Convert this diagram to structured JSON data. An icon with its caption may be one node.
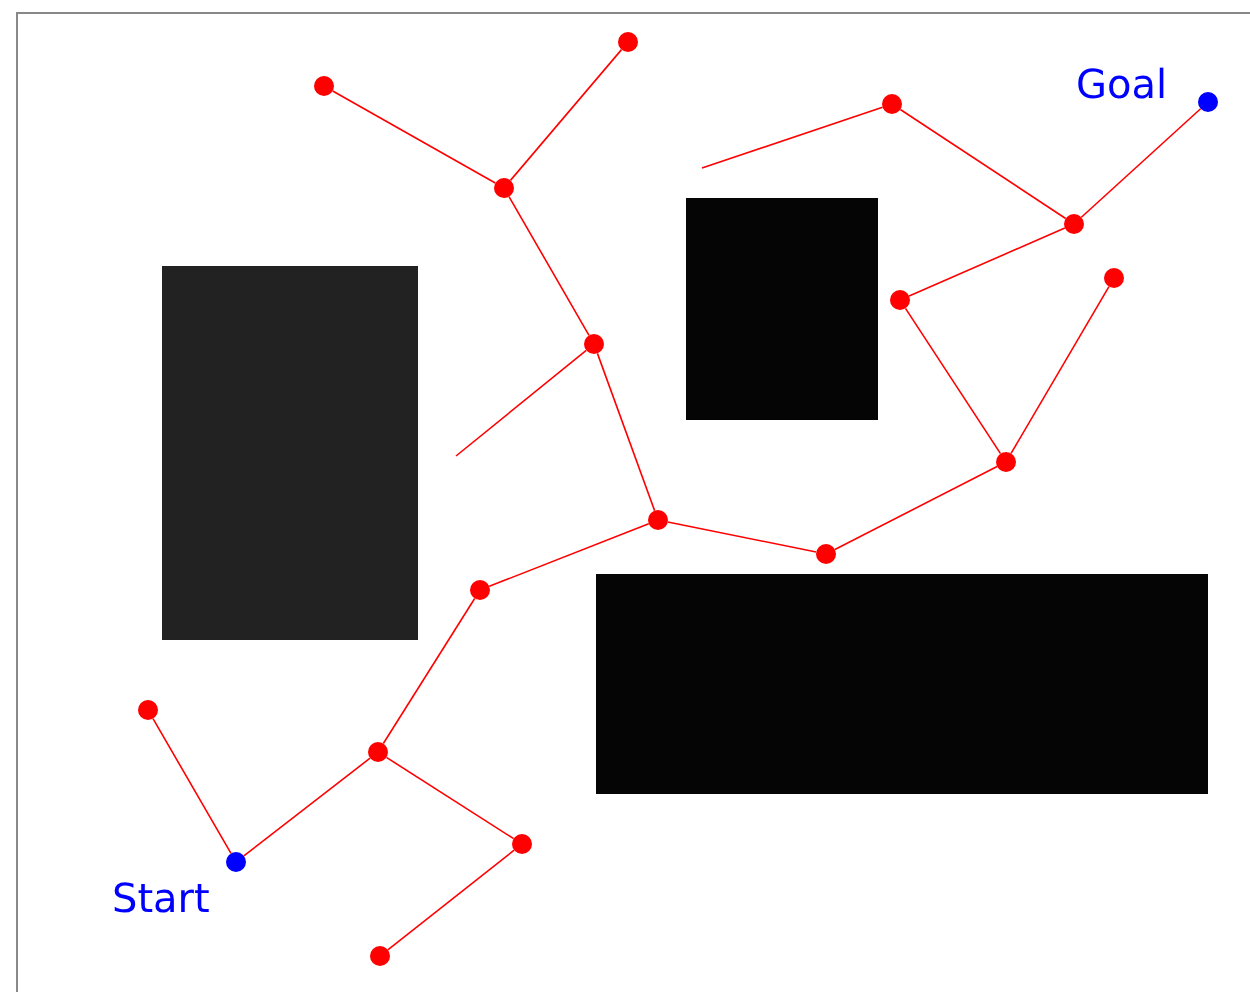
{
  "diagram": {
    "nodes": [
      {
        "text": [],
        "shape": "circle"
      },
      {
        "text": [],
        "shape": "circle"
      },
      {
        "text": [],
        "shape": "circle",
        "beside": [
          "Goal"
        ]
      },
      {
        "text": [],
        "shape": "circle"
      },
      {
        "text": [],
        "shape": "circle"
      },
      {
        "text": [],
        "shape": "circle"
      },
      {
        "text": [],
        "shape": "circle"
      },
      {
        "text": [],
        "shape": "circle"
      },
      {
        "text": [],
        "shape": "circle"
      },
      {
        "text": [],
        "shape": "circle"
      },
      {
        "text": [],
        "shape": "circle"
      },
      {
        "text": [],
        "shape": "circle"
      },
      {
        "text": [],
        "shape": "circle"
      },
      {
        "text": [],
        "shape": "circle"
      },
      {
        "text": [],
        "shape": "circle"
      },
      {
        "text": [],
        "shape": "circle"
      },
      {
        "text": [],
        "shape": "circle",
        "beside": [
          "Start"
        ]
      },
      {
        "text": [],
        "shape": "circle"
      },
      {
        "text": [],
        "shape": "box"
      },
      {
        "text": [],
        "shape": "box"
      },
      {
        "text": [],
        "shape": "box"
      }
    ],
    "edges": [
      {
        "from": 16,
        "to": 13,
        "arrow": "none"
      },
      {
        "from": 16,
        "to": 14,
        "arrow": "none"
      },
      {
        "from": 14,
        "to": 12,
        "arrow": "none"
      },
      {
        "from": 14,
        "to": 15,
        "arrow": "none"
      },
      {
        "from": 15,
        "to": 17,
        "arrow": "none"
      },
      {
        "from": 12,
        "to": 10,
        "arrow": "none"
      },
      {
        "from": 10,
        "to": 8,
        "arrow": "none"
      },
      {
        "from": 8,
        "to": 4,
        "arrow": "none"
      },
      {
        "from": 4,
        "to": 1,
        "arrow": "none"
      },
      {
        "from": 4,
        "to": 0,
        "arrow": "none"
      },
      {
        "from": 8,
        "to": null,
        "arrow": "none"
      },
      {
        "from": 10,
        "to": 11,
        "arrow": "none"
      },
      {
        "from": 11,
        "to": 9,
        "arrow": "none"
      },
      {
        "from": 9,
        "to": 7,
        "arrow": "none"
      },
      {
        "from": 7,
        "to": 5,
        "arrow": "none"
      },
      {
        "from": 9,
        "to": 6,
        "arrow": "none"
      },
      {
        "from": 5,
        "to": 3,
        "arrow": "none"
      },
      {
        "from": 5,
        "to": 2,
        "arrow": "none"
      },
      {
        "from": 3,
        "to": null,
        "arrow": "none"
      }
    ]
  }
}
